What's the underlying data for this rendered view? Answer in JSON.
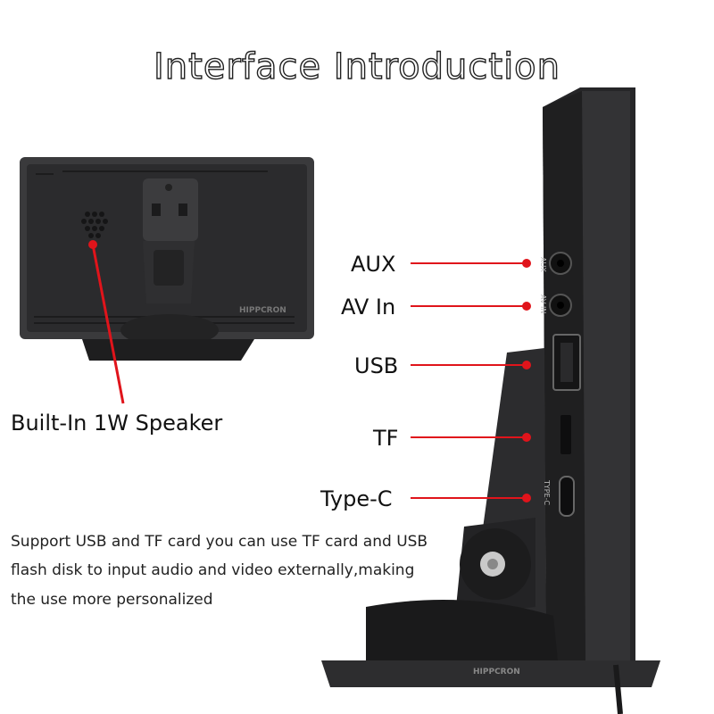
{
  "title": "Interface Introduction",
  "labels": {
    "aux": "AUX",
    "av_in": "AV In",
    "usb": "USB",
    "tf": "TF",
    "type_c": "Type-C",
    "speaker": "Built-In 1W Speaker"
  },
  "description": [
    "Support USB and TF card you can use TF card and USB",
    "flash disk to input audio and video externally,making",
    "the use more personalized"
  ],
  "device_text": {
    "brand_back": "HIPPCRON",
    "brand_side": "HIPPCRON",
    "port_aux": "AUX",
    "port_avin": "AV IN",
    "port_typec": "TYPE-C"
  },
  "colors": {
    "pointer": "#e0141b",
    "device_body": "#2b2b2d",
    "device_dark": "#1a1a1b"
  }
}
